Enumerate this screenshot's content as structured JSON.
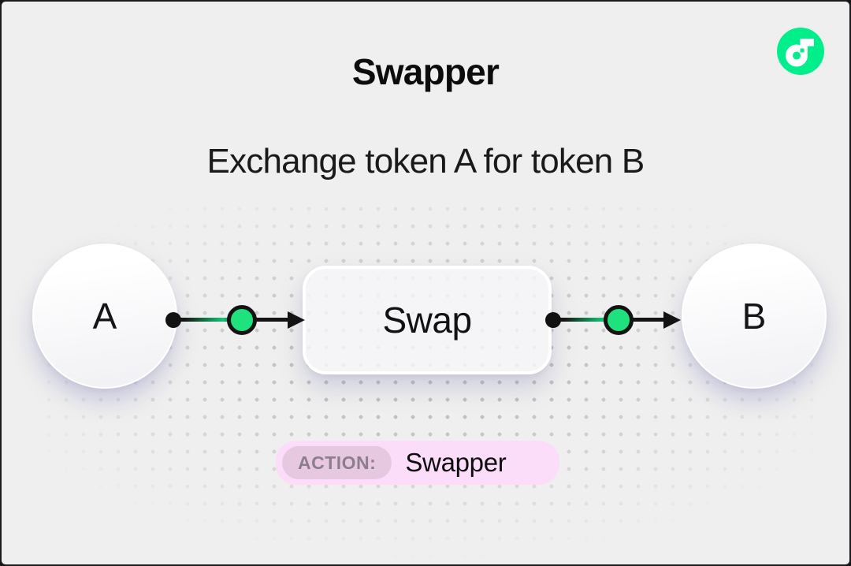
{
  "page": {
    "title": "Swapper",
    "subtitle": "Exchange token A for token B",
    "background": "#efefef"
  },
  "logo": {
    "name": "flow-logo",
    "brand_green": "#00ef8b"
  },
  "diagram": {
    "input_node": {
      "label": "A"
    },
    "process_node": {
      "label": "Swap"
    },
    "output_node": {
      "label": "B"
    },
    "connector_node_green": "#1ee27d",
    "connector_color": "#131313",
    "dot_grid_color": "#bdbdbd"
  },
  "action_badge": {
    "label": "ACTION:",
    "value": "Swapper",
    "bg": "#fbdcf9",
    "label_bg": "#e6c9e1",
    "label_color": "#8d7e8d"
  }
}
